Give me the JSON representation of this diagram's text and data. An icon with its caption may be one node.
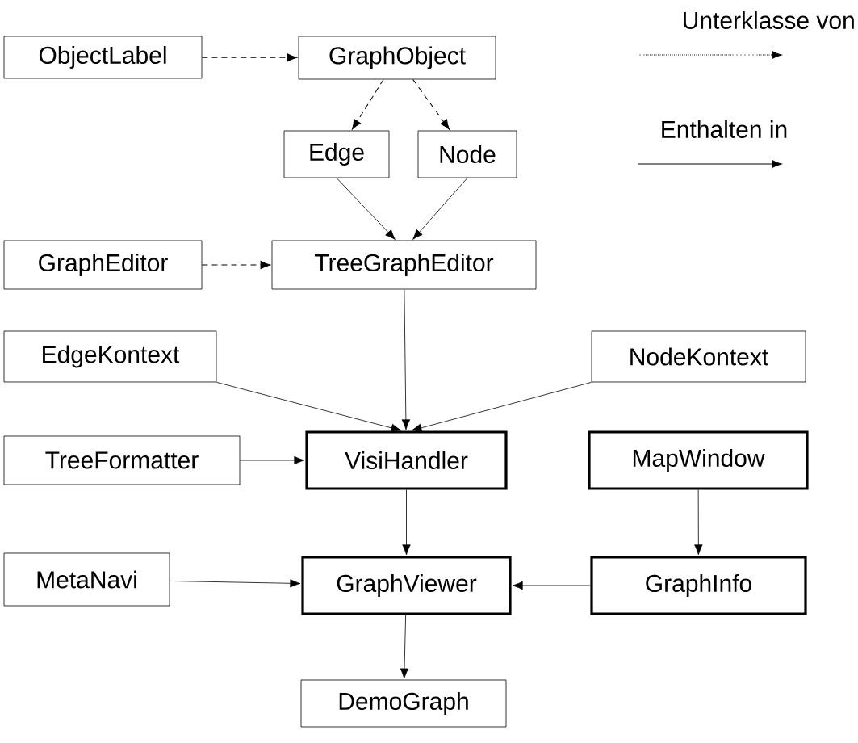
{
  "diagram": {
    "nodes": [
      {
        "text": [
          "ObjectLabel"
        ]
      },
      {
        "text": [
          "GraphObject"
        ]
      },
      {
        "text": [
          "Edge"
        ]
      },
      {
        "text": [
          "Node"
        ]
      },
      {
        "text": [
          "GraphEditor"
        ]
      },
      {
        "text": [
          "TreeGraphEditor"
        ]
      },
      {
        "text": [
          "EdgeKontext"
        ]
      },
      {
        "text": [
          "NodeKontext"
        ]
      },
      {
        "text": [
          "TreeFormatter"
        ]
      },
      {
        "text": [
          "VisiHandler"
        ]
      },
      {
        "text": [
          "MapWindow"
        ]
      },
      {
        "text": [
          "MetaNavi"
        ]
      },
      {
        "text": [
          "GraphViewer"
        ]
      },
      {
        "text": [
          "GraphInfo"
        ]
      },
      {
        "text": [
          "DemoGraph"
        ]
      }
    ],
    "edges": [
      {
        "from": 0,
        "to": 1,
        "arrow": "to",
        "style": "dashed"
      },
      {
        "from": 1,
        "to": 2,
        "arrow": "to",
        "style": "dashed"
      },
      {
        "from": 1,
        "to": 3,
        "arrow": "to",
        "style": "dashed"
      },
      {
        "from": 2,
        "to": 5,
        "arrow": "to"
      },
      {
        "from": 3,
        "to": 5,
        "arrow": "to"
      },
      {
        "from": 4,
        "to": 5,
        "arrow": "to",
        "style": "dashed"
      },
      {
        "from": 5,
        "to": 9,
        "arrow": "to"
      },
      {
        "from": 6,
        "to": 9,
        "arrow": "to"
      },
      {
        "from": 7,
        "to": 9,
        "arrow": "to"
      },
      {
        "from": 8,
        "to": 9,
        "arrow": "to"
      },
      {
        "from": 9,
        "to": 12,
        "arrow": "to"
      },
      {
        "from": 10,
        "to": 13,
        "arrow": "to"
      },
      {
        "from": 11,
        "to": 12,
        "arrow": "to"
      },
      {
        "from": 13,
        "to": 12,
        "arrow": "to"
      },
      {
        "from": 12,
        "to": 14,
        "arrow": "to"
      }
    ],
    "legend": [
      {
        "text": "Unterklasse von"
      },
      {
        "text": "Enthalten in"
      }
    ]
  }
}
